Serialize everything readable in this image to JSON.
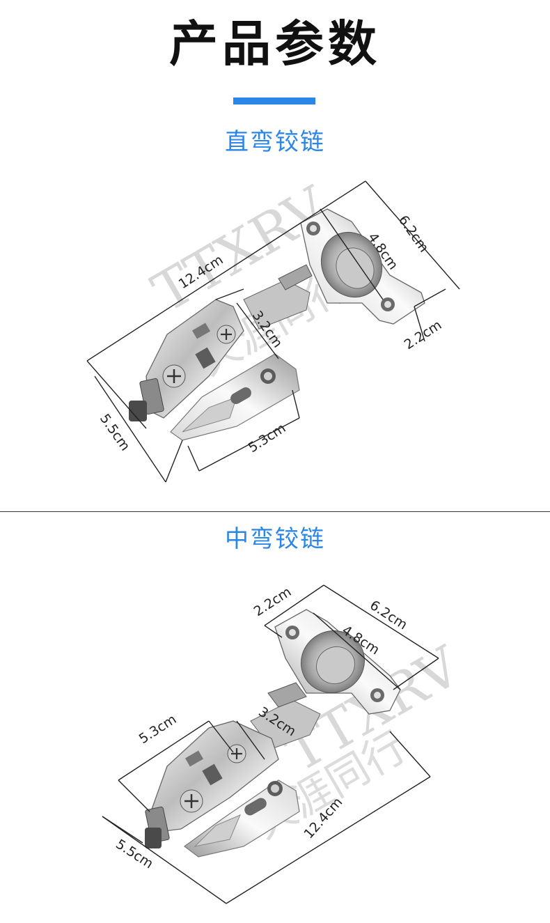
{
  "header": {
    "title": "产品参数"
  },
  "sections": [
    {
      "title": "直弯铰链",
      "dims": {
        "total_length": "12.4cm",
        "cup_plate_width": "6.2cm",
        "hole_spacing": "4.8cm",
        "cup_depth": "2.2cm",
        "arm_width": "3.2cm",
        "base_width": "5.5cm",
        "base_plate": "5.3cm"
      },
      "watermark": {
        "latin": "TTXRV",
        "cjk": "天涯同行"
      }
    },
    {
      "title": "中弯铰链",
      "dims": {
        "cup_depth": "2.2cm",
        "cup_plate_width": "6.2cm",
        "hole_spacing": "4.8cm",
        "base_plate": "5.3cm",
        "arm_width": "3.2cm",
        "total_length": "12.4cm",
        "base_width": "5.5cm"
      },
      "watermark": {
        "latin": "TTXRV",
        "cjk": "天涯同行"
      }
    }
  ]
}
